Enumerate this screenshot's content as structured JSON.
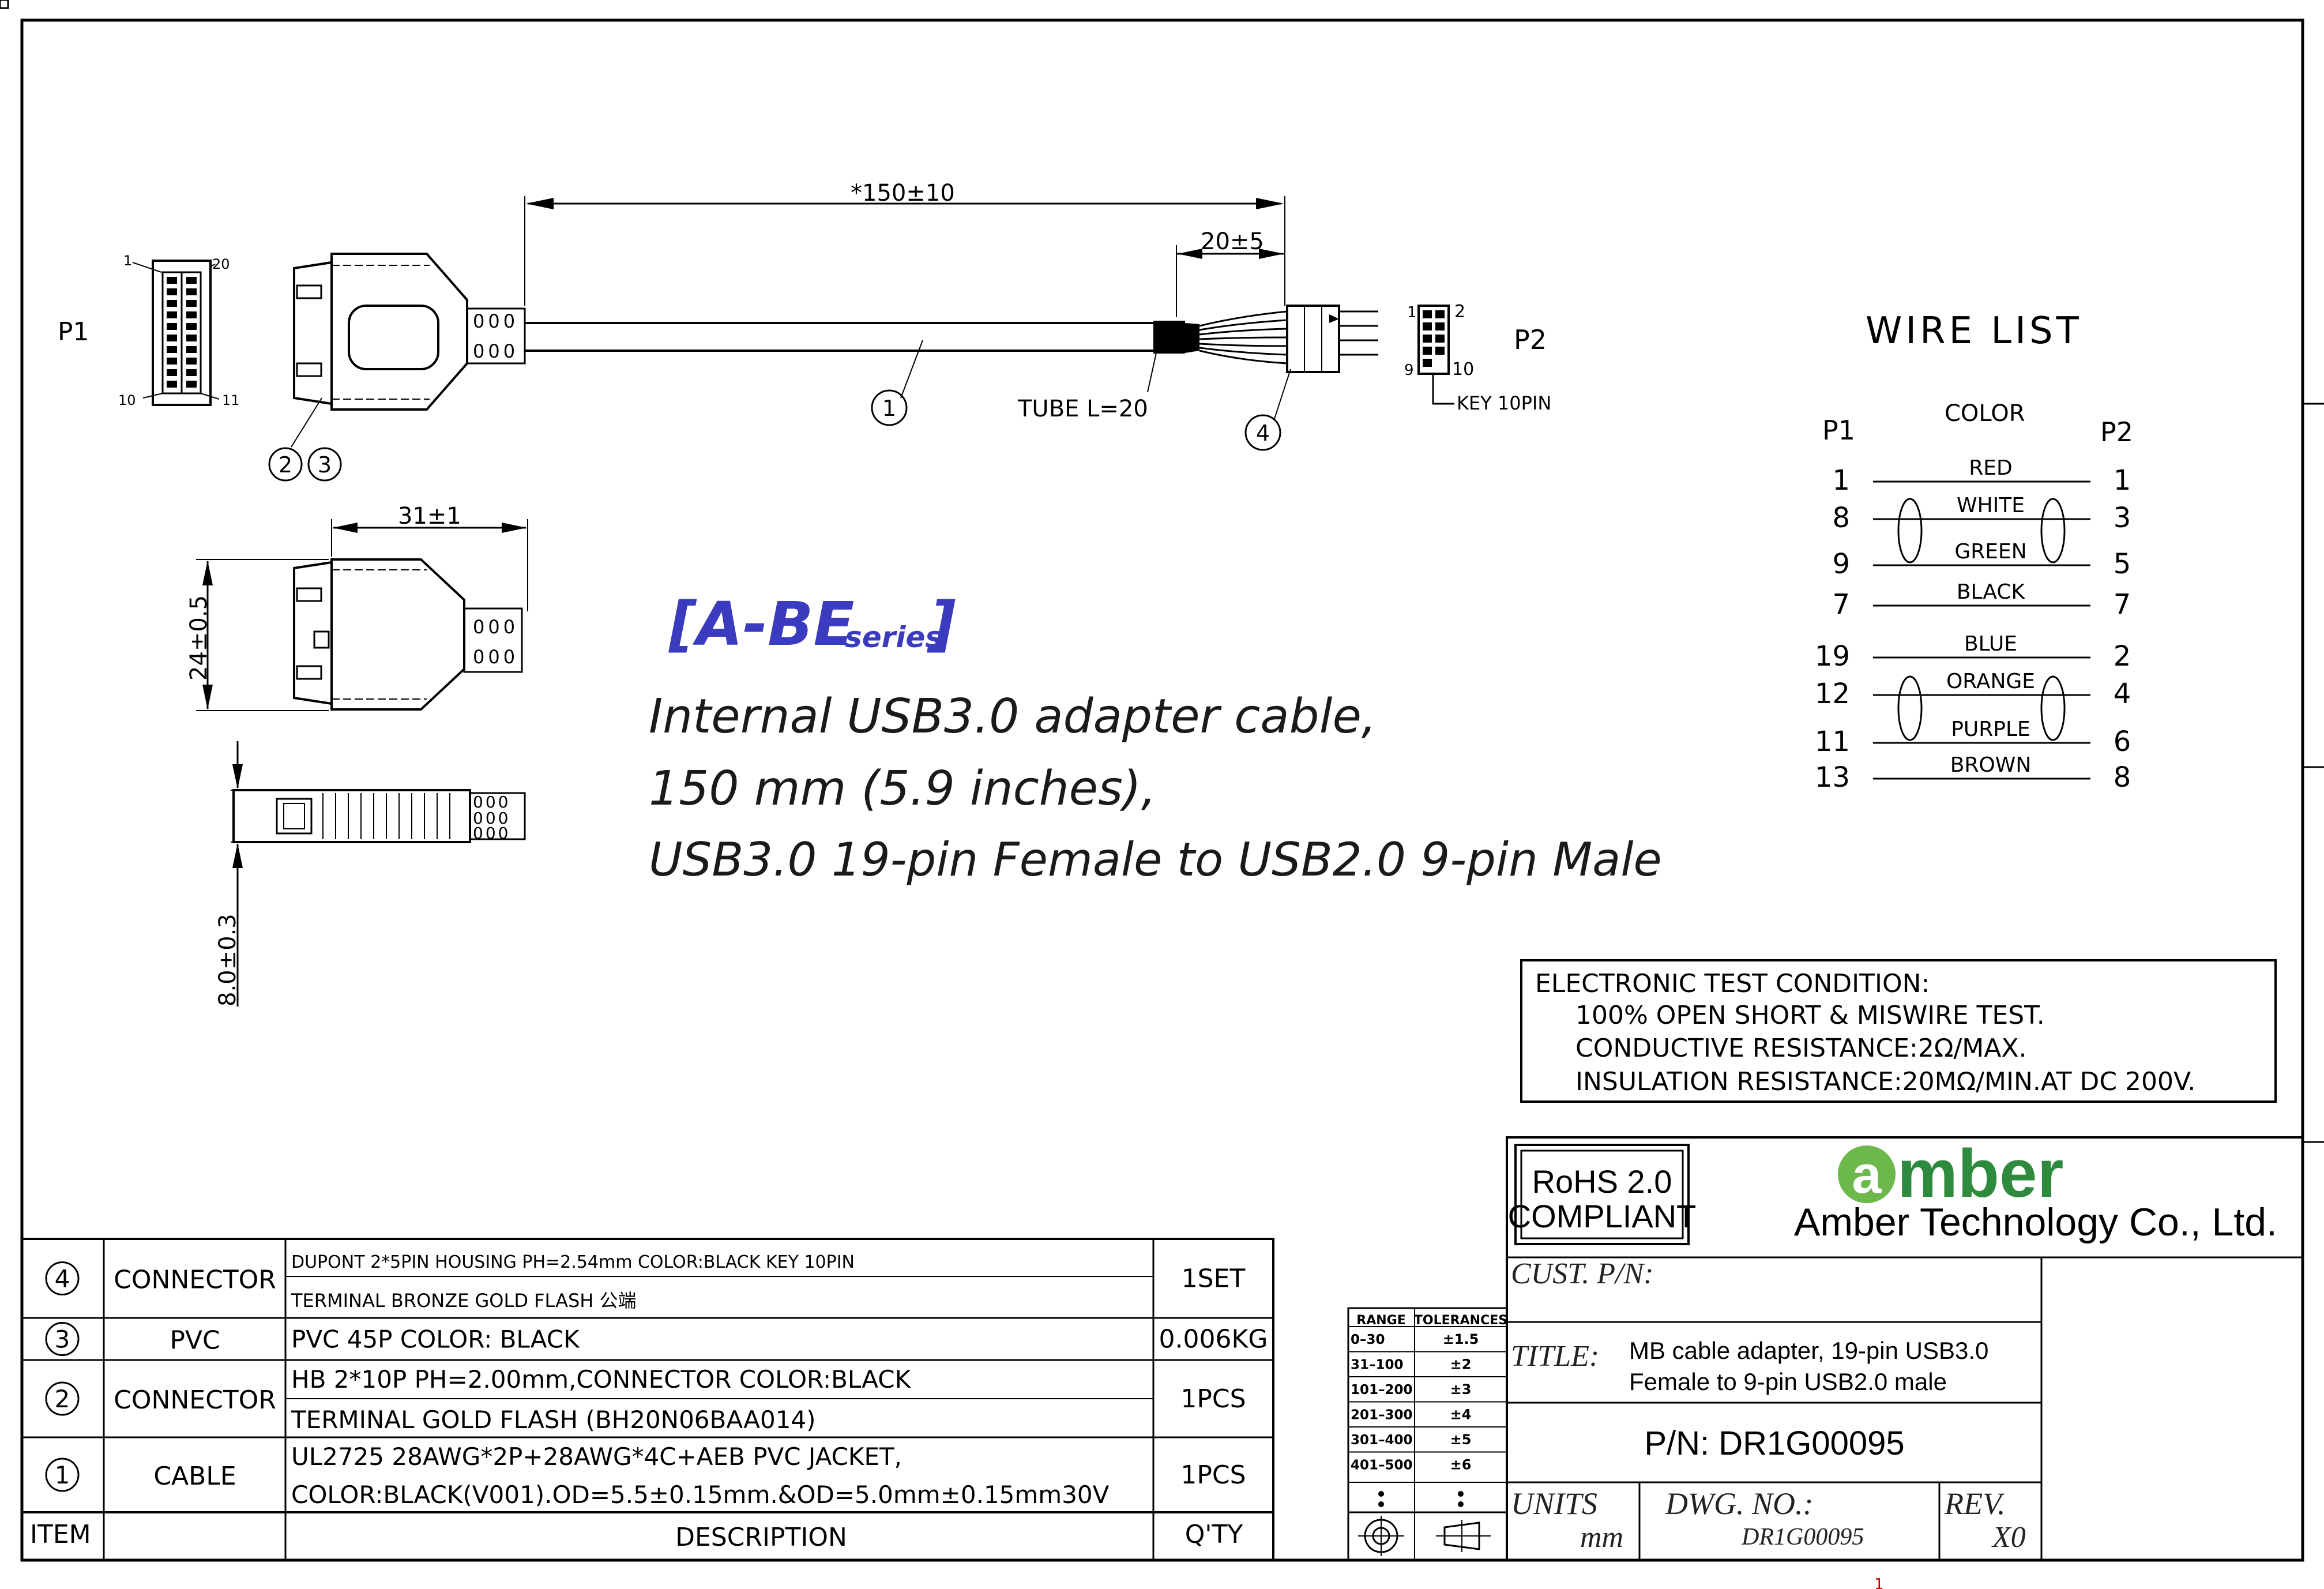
{
  "header": {
    "series": "[A-BE",
    "series_suffix": "series",
    "series_close": "]",
    "desc_line1": "Internal USB3.0 adapter cable,",
    "desc_line2": "150 mm (5.9 inches),",
    "desc_line3": "USB3.0 19-pin Female to USB2.0 9-pin Male",
    "series_color": "#3b3bbf"
  },
  "drawing": {
    "p1_label": "P1",
    "p2_label": "P2",
    "p1_pin_1": "1",
    "p1_pin_20": "20",
    "p1_pin_10": "10",
    "p1_pin_11": "11",
    "p2_pin_1": "1",
    "p2_pin_2": "2",
    "p2_pin_9": "9",
    "p2_pin_10": "10",
    "key_label": "KEY 10PIN",
    "dim_length": "*150±10",
    "dim_split": "20±5",
    "tube_label": "TUBE L=20",
    "dim_width": "31±1",
    "dim_height": "24±0.5",
    "dim_thickness": "8.0±0.3",
    "callout_1": "1",
    "callout_2": "2",
    "callout_3": "3",
    "callout_4": "4"
  },
  "wire_list": {
    "title": "WIRE LIST",
    "col_p1": "P1",
    "col_color": "COLOR",
    "col_p2": "P2",
    "rows": [
      {
        "p1": "1",
        "color": "RED",
        "p2": "1"
      },
      {
        "p1": "8",
        "color": "WHITE",
        "p2": "3"
      },
      {
        "p1": "9",
        "color": "GREEN",
        "p2": "5"
      },
      {
        "p1": "7",
        "color": "BLACK",
        "p2": "7"
      },
      {
        "p1": "19",
        "color": "BLUE",
        "p2": "2"
      },
      {
        "p1": "12",
        "color": "ORANGE",
        "p2": "4"
      },
      {
        "p1": "11",
        "color": "PURPLE",
        "p2": "6"
      },
      {
        "p1": "13",
        "color": "BROWN",
        "p2": "8"
      }
    ]
  },
  "test_condition": {
    "line1": "ELECTRONIC TEST CONDITION:",
    "line2": "100% OPEN SHORT & MISWIRE TEST.",
    "line3": "CONDUCTIVE RESISTANCE:2Ω/MAX.",
    "line4": "INSULATION RESISTANCE:20MΩ/MIN.AT DC 200V."
  },
  "bom": {
    "header": {
      "item": "ITEM",
      "description": "DESCRIPTION",
      "qty": "Q'TY"
    },
    "rows": [
      {
        "item": "4",
        "name": "CONNECTOR",
        "desc1": "DUPONT 2*5PIN HOUSING PH=2.54mm COLOR:BLACK KEY 10PIN",
        "desc2": "TERMINAL BRONZE GOLD FLASH 公端",
        "qty": "1SET"
      },
      {
        "item": "3",
        "name": "PVC",
        "desc1": "PVC 45P COLOR: BLACK",
        "desc2": "",
        "qty": "0.006KG"
      },
      {
        "item": "2",
        "name": "CONNECTOR",
        "desc1": "HB 2*10P PH=2.00mm,CONNECTOR COLOR:BLACK",
        "desc2": "TERMINAL GOLD FLASH (BH20N06BAA014)",
        "qty": "1PCS"
      },
      {
        "item": "1",
        "name": "CABLE",
        "desc1": "UL2725 28AWG*2P+28AWG*4C+AEB PVC JACKET,",
        "desc2": "COLOR:BLACK(V001).OD=5.5±0.15mm.&OD=5.0mm±0.15mm30V",
        "qty": "1PCS"
      }
    ]
  },
  "tolerances": {
    "col_range": "RANGE",
    "col_tol": "TOLERANCES",
    "rows": [
      {
        "range": "0–30",
        "tol": "±1.5"
      },
      {
        "range": "31–100",
        "tol": "±2"
      },
      {
        "range": "101–200",
        "tol": "±3"
      },
      {
        "range": "201–300",
        "tol": "±4"
      },
      {
        "range": "301–400",
        "tol": "±5"
      },
      {
        "range": "401–500",
        "tol": "±6"
      }
    ]
  },
  "title_block": {
    "rohs_line1": "RoHS 2.0",
    "rohs_line2": "COMPLIANT",
    "logo_a": "a",
    "logo_rest": "mber",
    "company": "Amber Technology Co., Ltd.",
    "cust_pn_label": "CUST. P/N:",
    "title_label": "TITLE:",
    "title_line1": "MB cable adapter, 19-pin USB3.0",
    "title_line2": "Female to 9-pin USB2.0 male",
    "pn": "P/N: DR1G00095",
    "units_label": "UNITS",
    "units_value": "mm",
    "dwg_label": "DWG. NO.:",
    "dwg_value": "DR1G00095",
    "rev_label": "REV.",
    "rev_value": "X0",
    "logo_color": "#2e8b3e",
    "logo_a_color": "#6db84a"
  }
}
